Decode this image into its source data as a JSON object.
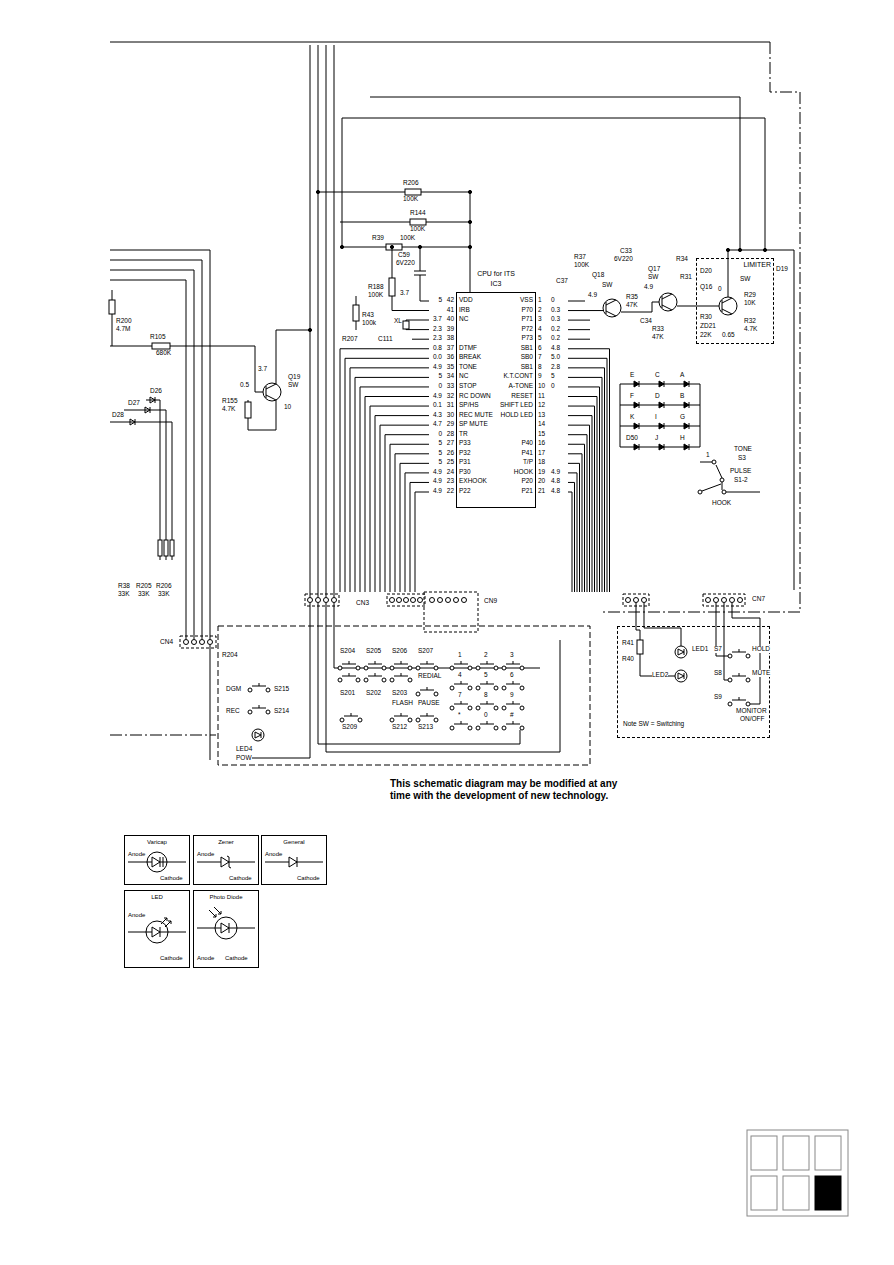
{
  "diagram": {
    "caption": "This schematic diagram may be modified at any time with the development of new technology.",
    "nodes": [
      {
        "text": [
          "CPU for ITS",
          "IC3"
        ]
      },
      {
        "text": [
          "LIMITER"
        ]
      },
      {
        "text": [
          "Note SW = Switching"
        ]
      }
    ],
    "labels": [
      "42",
      "41",
      "40",
      "39",
      "38",
      "37",
      "36",
      "35",
      "34",
      "33",
      "32",
      "31",
      "30",
      "29",
      "28",
      "27",
      "26",
      "25",
      "24",
      "23",
      "22",
      "VDD",
      "IRB",
      "NC",
      "DTMF",
      "BREAK",
      "TONE",
      "NC",
      "STOP",
      "RC DOWN",
      "SP/HS",
      "REC MUTE",
      "SP MUTE",
      "TR",
      "P33",
      "P32",
      "P31",
      "P30",
      "EXHOOK",
      "P22",
      "5",
      "3.7",
      "2.3",
      "2.3",
      "0.8",
      "0.0",
      "4.9",
      "5",
      "0",
      "4.9",
      "0.1",
      "4.3",
      "4.7",
      "0",
      "5",
      "5",
      "5",
      "4.9",
      "4.9",
      "4.9",
      "1",
      "2",
      "3",
      "4",
      "5",
      "6",
      "7",
      "8",
      "9",
      "10",
      "11",
      "12",
      "13",
      "14",
      "15",
      "16",
      "17",
      "18",
      "19",
      "20",
      "21",
      "VSS",
      "P70",
      "P71",
      "P72",
      "P73",
      "SB1",
      "SB0",
      "SB1",
      "K.T.CONT",
      "A-TONE",
      "RESET",
      "SHIFT LED",
      "HOLD LED",
      "P40",
      "P41",
      "T/P",
      "HOOK",
      "P20",
      "P21",
      "0",
      "0.3",
      "0.3",
      "0.2",
      "0.2",
      "4.8",
      "5.0",
      "2.8",
      "5",
      "0",
      "4.9",
      "4.8",
      "4.8",
      "R206",
      "100K",
      "R144",
      "100K",
      "R39",
      "100K",
      "C59",
      "6V220",
      "R188",
      "100K",
      "3.7",
      "XL",
      "R43",
      "100k",
      "R207",
      "C111",
      "R200",
      "4.7M",
      "R105",
      "680K",
      "3.7",
      "0.5",
      "Q19",
      "SW",
      "10",
      "R155",
      "4.7K",
      "D26",
      "D27",
      "D28",
      "R37",
      "100K",
      "C37",
      "SW",
      "4.9",
      "Q18",
      "C33",
      "6V220",
      "Q17",
      "SW",
      "4.9",
      "R35",
      "47K",
      "C34",
      "R33",
      "47K",
      "R34",
      "R31",
      "D20",
      "SW",
      "0",
      "Q16",
      "R29",
      "10K",
      "R32",
      "4.7K",
      "0.65",
      "R30",
      "ZD21",
      "22K",
      "D19",
      "E",
      "C",
      "A",
      "F",
      "D",
      "B",
      "K",
      "I",
      "G",
      "D50",
      "J",
      "H",
      "TONE",
      "S3",
      "1",
      "PULSE",
      "S1-2",
      "HOOK",
      "CN3",
      "CN9",
      "CN7",
      "CN4",
      "S204",
      "S205",
      "S206",
      "S207",
      "S201",
      "S202",
      "S203",
      "REDIAL",
      "FLASH",
      "PAUSE",
      "S209",
      "S212",
      "S213",
      "1",
      "2",
      "3",
      "4",
      "5",
      "6",
      "7",
      "8",
      "9",
      "*",
      "0",
      "#",
      "DGM",
      "S215",
      "REC",
      "S214",
      "LED4",
      "POW",
      "R204",
      "R41",
      "R40",
      "LED1",
      "LED2",
      "S7",
      "HOLD",
      "S8",
      "MUTE",
      "S9",
      "MONITOR",
      "ON/OFF",
      "R38",
      "33K",
      "R205",
      "33K",
      "R206",
      "33K",
      "Anode",
      "Cathode",
      "Anode",
      "Cathode",
      "Anode",
      "Cathode",
      "Anode",
      "Cathode",
      "Anode",
      "Cathode"
    ],
    "legend": [
      {
        "text": "Varicap"
      },
      {
        "text": "Zener"
      },
      {
        "text": "General"
      },
      {
        "text": "LED"
      },
      {
        "text": "Photo Diode"
      }
    ]
  }
}
